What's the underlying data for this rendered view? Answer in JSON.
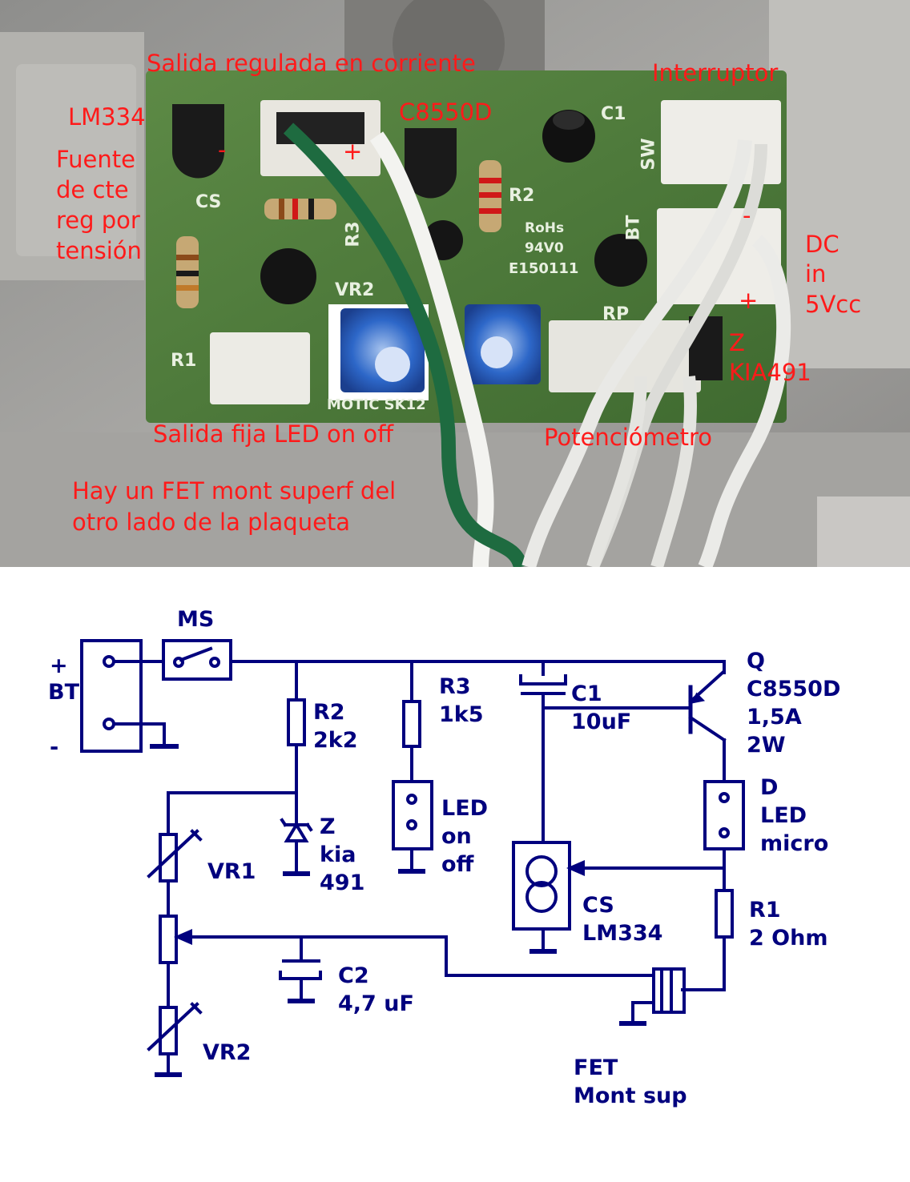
{
  "photo": {
    "annotations": {
      "current_output": "Salida regulada en corriente",
      "lm334": "LM334",
      "source_line1": "Fuente",
      "source_line2": "de cte",
      "source_line3": "reg por",
      "source_line4": "tensión",
      "minus_cs": "-",
      "plus_cs": "+",
      "transistor": "C8550D",
      "switch": "Interruptor",
      "dc_minus": "-",
      "dc_plus": "+",
      "dc_line1": "DC",
      "dc_line2": "in",
      "dc_line3": "5Vcc",
      "zener_line1": "Z",
      "zener_line2": "KIA491",
      "led_output": "Salida fija LED on off",
      "potentiometer": "Potenciómetro",
      "fet_line1": "Hay un   FET   mont superf del",
      "fet_line2": "otro lado de la plaqueta"
    },
    "silkscreen": {
      "cs": "CS",
      "r2": "R2",
      "r3": "R3",
      "r1": "R1",
      "vr2": "VR2",
      "c1": "C1",
      "sw": "SW",
      "bt": "BT",
      "rohs": "RoHs",
      "ul": "94V0",
      "cert": "E150111",
      "model": "MOTIC SK12",
      "rp": "RP"
    }
  },
  "schematic": {
    "labels": {
      "ms": "MS",
      "bt_plus": "+",
      "bt": "BT",
      "bt_minus": "-",
      "r2_name": "R2",
      "r2_value": "2k2",
      "r3_name": "R3",
      "r3_value": "1k5",
      "c1_name": "C1",
      "c1_value": "10uF",
      "q_name": "Q",
      "q_part": "C8550D",
      "q_current": "1,5A",
      "q_power": "2W",
      "d_name": "D",
      "d_line2": "LED",
      "d_line3": "micro",
      "z_name": "Z",
      "z_line2": "kia",
      "z_line3": "491",
      "led_line1": "LED",
      "led_line2": "on",
      "led_line3": "off",
      "vr1": "VR1",
      "vr2": "VR2",
      "cs_name": "CS",
      "cs_part": "LM334",
      "r1_name": "R1",
      "r1_value": "2 Ohm",
      "c2_name": "C2",
      "c2_value": "4,7 uF",
      "fet_line1": "FET",
      "fet_line2": "Mont sup"
    },
    "color": "#00007e"
  },
  "colors": {
    "annotation": "#ff1a1a",
    "wire": "#00007e",
    "pcb": "#4f7a3c"
  }
}
